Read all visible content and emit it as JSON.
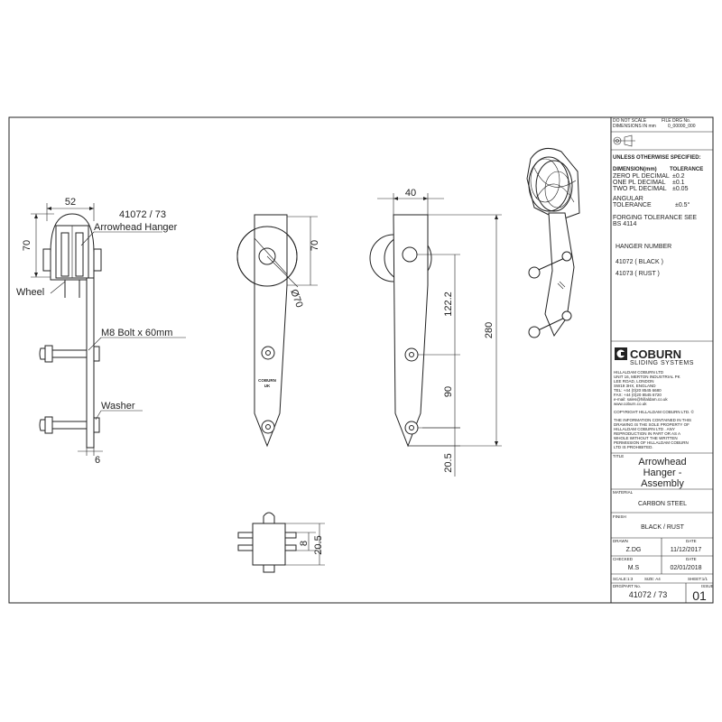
{
  "callouts": {
    "part_number": "41072 / 73",
    "part_name": "Arrowhead Hanger",
    "wheel": "Wheel",
    "bolt": "M8 Bolt x 60mm",
    "washer": "Washer"
  },
  "dimensions": {
    "side_width": "52",
    "side_height": "70",
    "washer_thickness": "6",
    "front_height": "70",
    "wheel_dia": "Ø70",
    "stamp_line1": "COBURN",
    "stamp_line2": "UK",
    "rear_width": "40",
    "rear_122": "122.2",
    "rear_280": "280",
    "rear_90": "90",
    "rear_205": "20.5",
    "bottom_8": "8",
    "bottom_205": "20.5"
  },
  "title_block": {
    "do_not_scale": "DO NOT SCALE",
    "dims_in_mm": "DIMENSIONS IN mm",
    "file_drg_label": "FILE DRG No.",
    "file_drg_value": "0_00000_000",
    "unless": "UNLESS OTHERWISE SPECIFIED:",
    "dim_header": "DIMENSION(mm)",
    "tol_header": "TOLERANCE",
    "tol_rows": [
      {
        "label": "ZERO PL DECIMAL",
        "value": "±0.2"
      },
      {
        "label": "ONE PL DECIMAL",
        "value": "±0.1"
      },
      {
        "label": "TWO PL DECIMAL",
        "value": "±0.05"
      }
    ],
    "angular_1": "ANGULAR",
    "angular_2": "TOLERANCE",
    "angular_val": "±0.5°",
    "forging_1": "FORGING TOLERANCE SEE",
    "forging_2": "BS 4114",
    "hanger_number": "HANGER NUMBER",
    "hanger_black": "41072 ( BLACK )",
    "hanger_rust": "41073 ( RUST )",
    "brand": "COBURN",
    "brand_sub": "SLIDING SYSTEMS",
    "address": [
      "HILLALDAM COBURN LTD",
      "UNIT 16, MERTON INDUSTRIAL PK",
      "LEE ROAD, LONDON",
      "SW19 3HX, ENGLAND",
      "TEL: +44 (0)20 8545 6680",
      "FAX: +44 (0)20 8545 6720",
      "e-mail: sales@hillaldam.co.uk",
      "www.coburn.co.uk"
    ],
    "copyright": "COPYRIGHT HILLALDAM COBURN LTD. ©",
    "notice": [
      "THE INFORMATION CONTAINED IN THIS",
      "DRAWING IS THE SOLE PROPERTY OF",
      "HILLALDAM COBURN LTD . ANY",
      "REPRODUCTION IN PART OR AS A",
      "WHOLE WITHOUT THE WRITTEN",
      "PERMISSION OF HILLALDAM COBURN",
      "LTD IS PROHIBITED."
    ],
    "title_label": "TITLE",
    "title_lines": [
      "Arrowhead",
      "Hanger -",
      "Assembly"
    ],
    "material_label": "MATERIAL",
    "material": "CARBON STEEL",
    "finish_label": "FINISH",
    "finish": "BLACK / RUST",
    "drawn_label": "DRAWN",
    "drawn": "Z.DG",
    "date_label": "DATE",
    "drawn_date": "11/12/2017",
    "checked_label": "CHECKED",
    "checked": "M.S",
    "checked_date": "02/01/2018",
    "scale": "SCALE:1:3",
    "size": "SIZE: A4",
    "sheet": "SHEET:1/1",
    "drg_label": "DRG/PART No.",
    "drg": "41072 / 73",
    "issue_label": "ISSUE",
    "issue": "01"
  }
}
